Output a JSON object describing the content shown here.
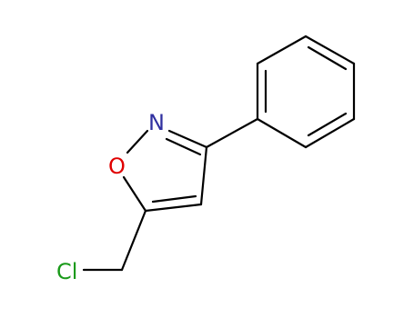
{
  "molecule": {
    "atoms": {
      "nitrogen": {
        "symbol": "N",
        "color": "#3030a0"
      },
      "oxygen": {
        "symbol": "O",
        "color": "#e00000"
      },
      "chlorine": {
        "symbol": "Cl",
        "color": "#1a9a1a"
      }
    },
    "bond_color": "#000000",
    "background": "#ffffff"
  }
}
